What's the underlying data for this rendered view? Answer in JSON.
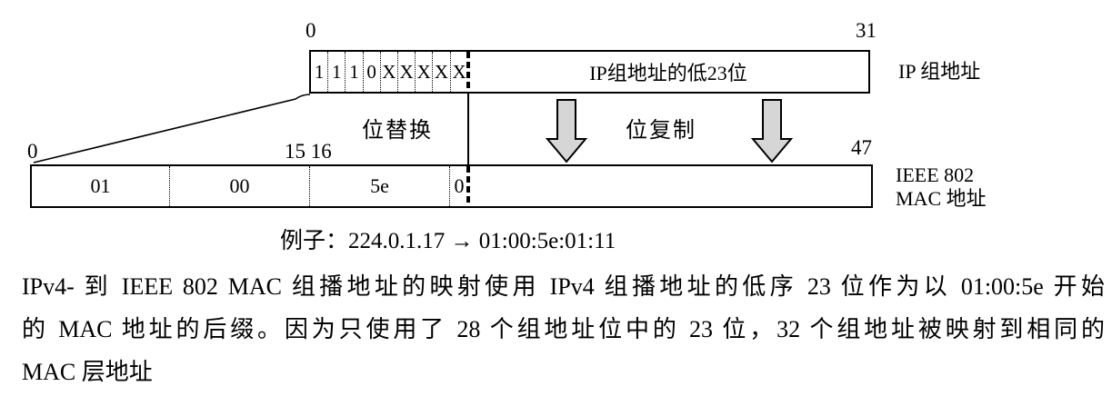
{
  "figure": {
    "top_row": {
      "bit_start": "0",
      "bit_end": "31",
      "cells": [
        "1",
        "1",
        "1",
        "0",
        "X",
        "X",
        "X",
        "X",
        "X"
      ],
      "field_label": "IP组地址的低23位",
      "row_label": "IP 组地址"
    },
    "mapping": {
      "substitute_label": "位替换",
      "copy_label": "位复制"
    },
    "bottom_row": {
      "bit_start": "0",
      "bit_mid": "15 16",
      "bit_end": "47",
      "cells": [
        "01",
        "00",
        "5e",
        "0"
      ],
      "row_label_line1": "IEEE 802",
      "row_label_line2": "MAC 地址"
    },
    "example_caption": "例子：224.0.1.17 → 01:00:5e:01:11"
  },
  "body_text": {
    "line1": "IPv4- 到 IEEE 802 MAC 组播地址的映射使用 IPv4 组播地址的低序 23 位作为以 01:00:5e 开始",
    "line2": "的 MAC 地址的后缀。因为只使用了 28 个组地址位中的 23 位，32 个组地址被映射到相同的",
    "line3": "MAC 层地址"
  },
  "colors": {
    "ink": "#000000",
    "background": "#ffffff",
    "arrow_fill": "#d6d6d6"
  }
}
